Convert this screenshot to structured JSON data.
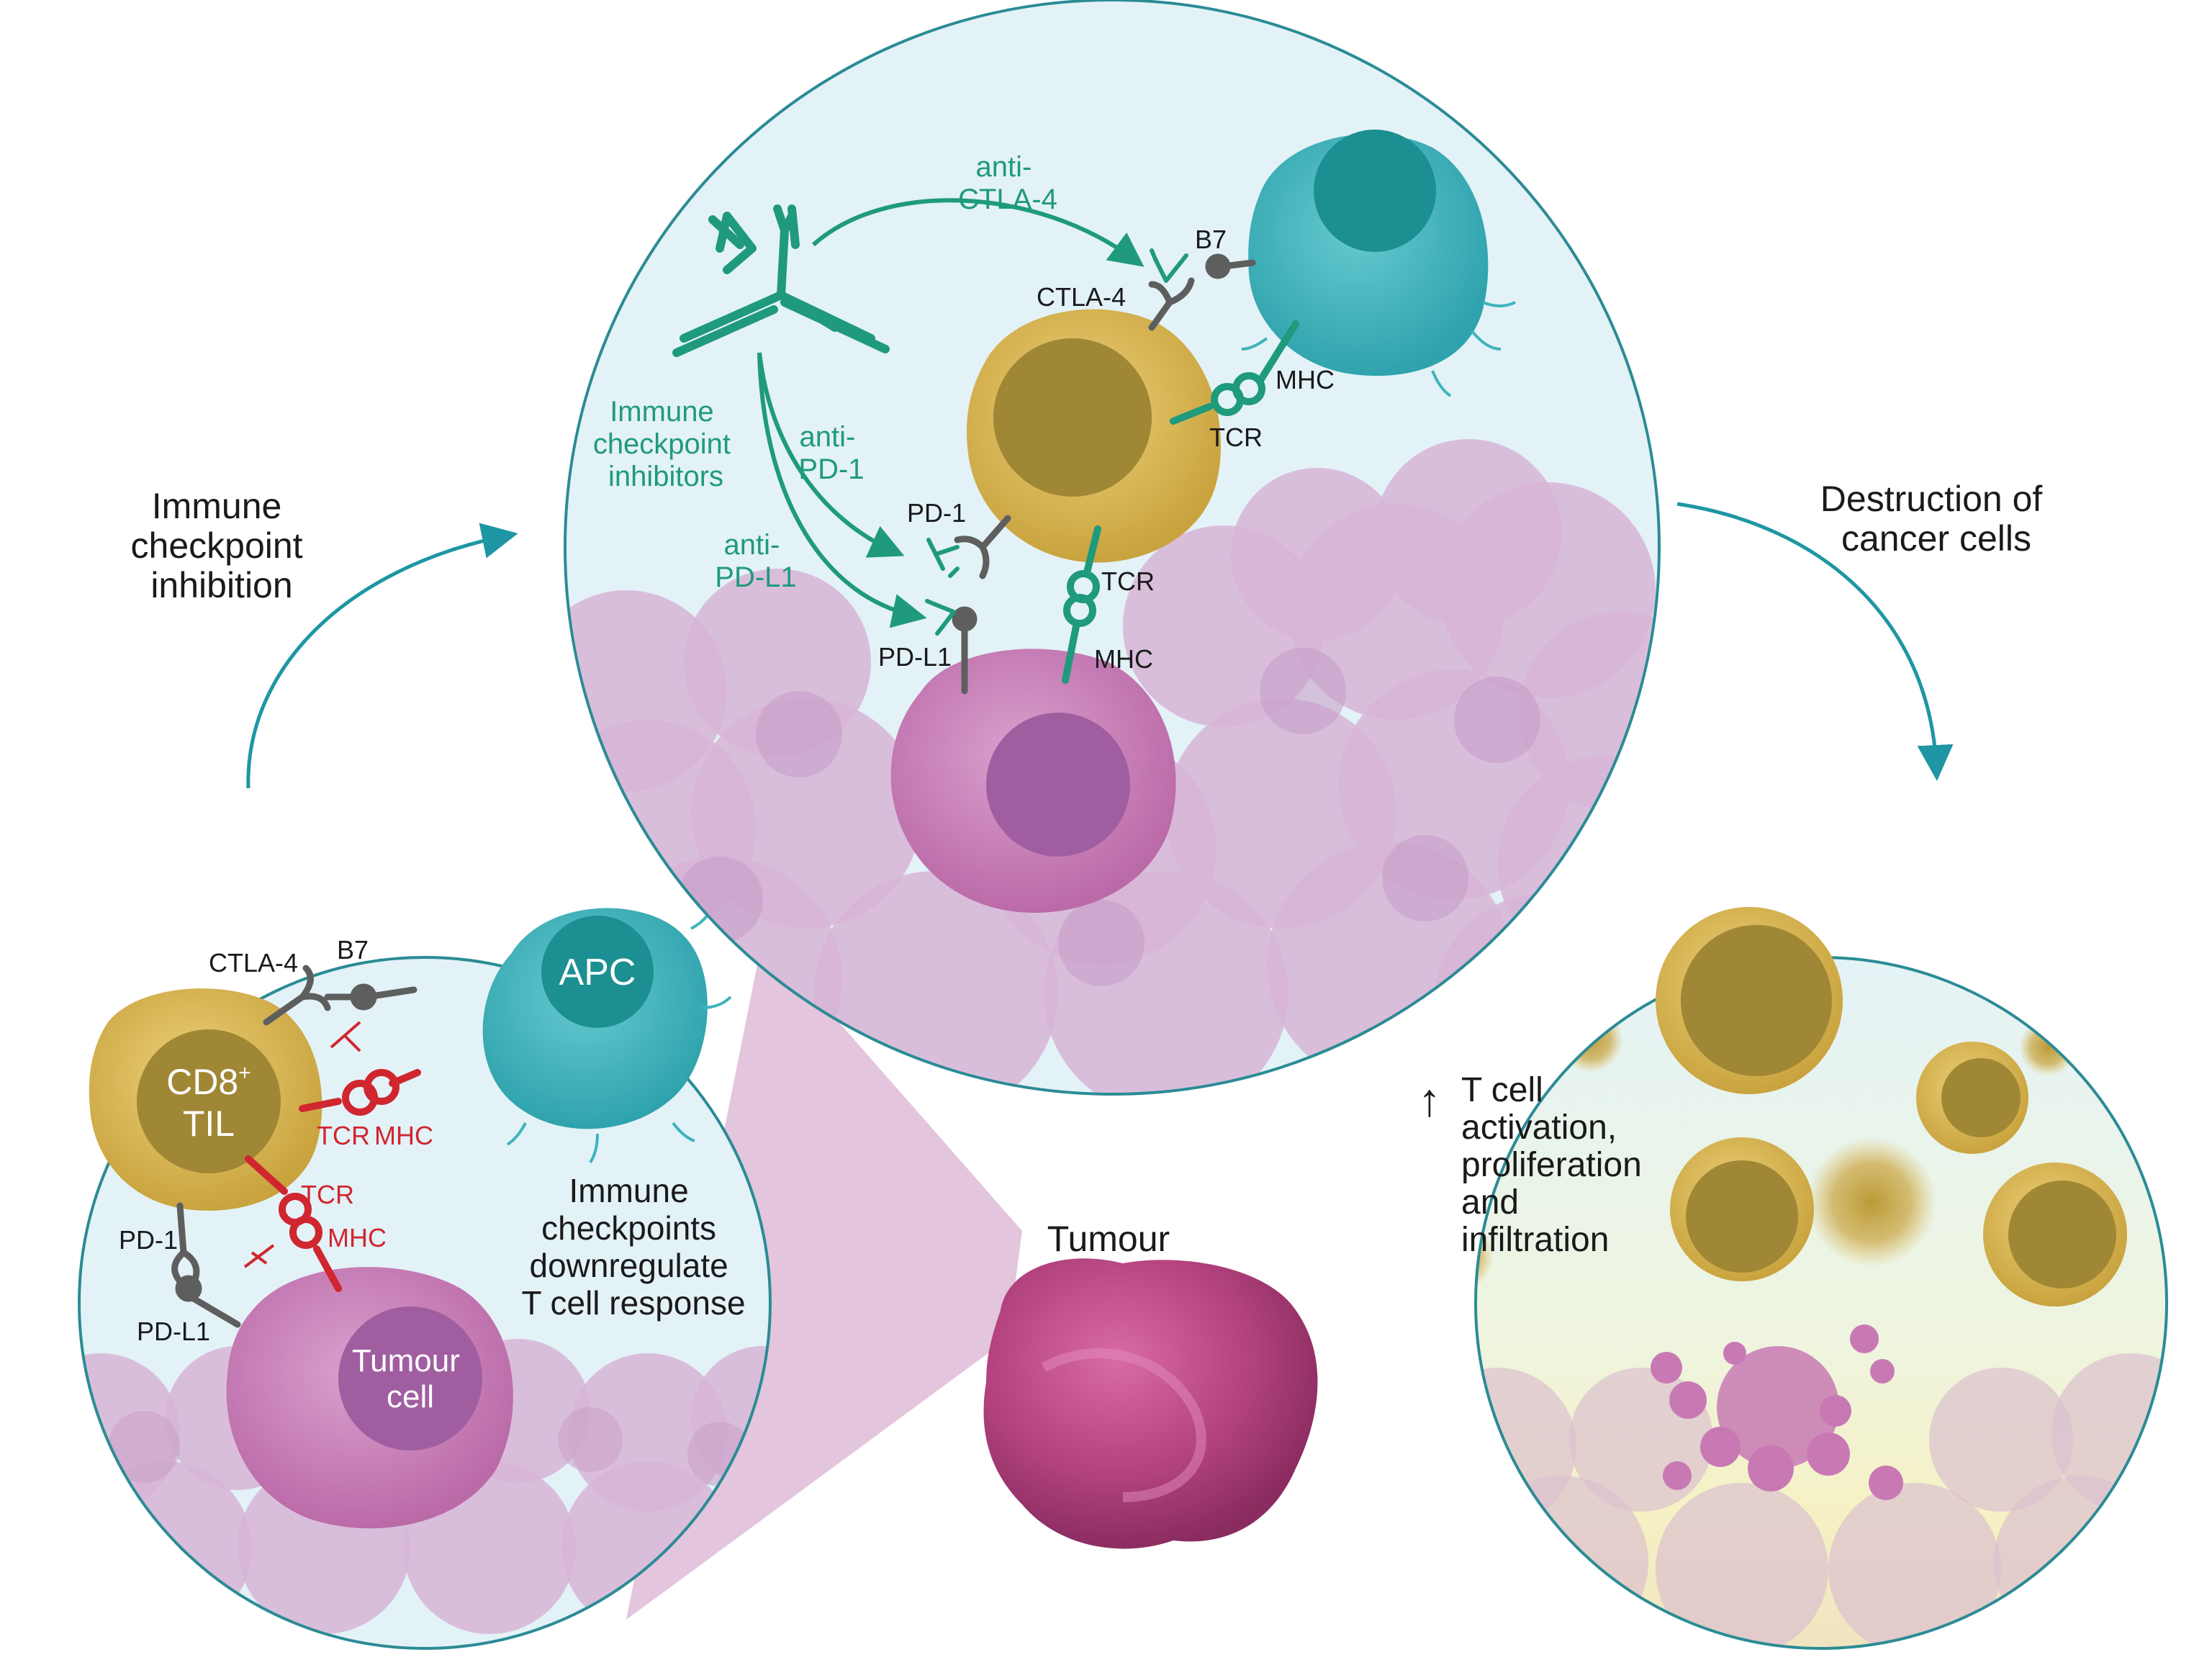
{
  "colors": {
    "teal_arrow": "#1e96a3",
    "inhibitor_green": "#1f9a7c",
    "signal_red": "#d0262f",
    "receptor_grey": "#5e5e5e",
    "t_cell_gold": "#d8b54e",
    "t_cell_nucleus": "#a08735",
    "apc_teal": "#3fb3bd",
    "apc_nucleus": "#1b8f91",
    "tumour_pink": "#c879b4",
    "tumour_nucleus": "#a05ea1",
    "circle_bg": "#e3f2f7",
    "circle_border": "#2b8b95",
    "tumour_mass": "#b3437e"
  },
  "labels": {
    "step_inhibition": [
      "Immune",
      "checkpoint",
      "inhibition"
    ],
    "step_destruction": [
      "Destruction of",
      "cancer cells"
    ],
    "tumour_title": "Tumour"
  },
  "left_panel": {
    "apc": "APC",
    "cd8": "CD8",
    "cd8_sup": "+",
    "til": "TIL",
    "tumour_cell": [
      "Tumour",
      "cell"
    ],
    "ctla4": "CTLA-4",
    "b7": "B7",
    "tcr_top": "TCR",
    "mhc_top": "MHC",
    "tcr_bottom": "TCR",
    "mhc_bottom": "MHC",
    "pd1": "PD-1",
    "pdl1": "PD-L1",
    "note": [
      "Immune",
      "checkpoints",
      "downregulate",
      "T cell response"
    ]
  },
  "middle_panel": {
    "anti_ctla4": [
      "anti-",
      "CTLA-4"
    ],
    "anti_pd1": [
      "anti-",
      "PD-1"
    ],
    "anti_pdl1": [
      "anti-",
      "PD-L1"
    ],
    "inhibitors": [
      "Immune",
      "checkpoint",
      "inhibitors"
    ],
    "b7": "B7",
    "ctla4": "CTLA-4",
    "mhc_top": "MHC",
    "tcr_top": "TCR",
    "pd1": "PD-1",
    "tcr_bottom": "TCR",
    "pdl1": "PD-L1",
    "mhc_bottom": "MHC"
  },
  "right_panel": {
    "outcome_arrow": "↑",
    "outcome": [
      "T cell",
      "activation,",
      "proliferation",
      "and",
      "infiltration"
    ]
  }
}
